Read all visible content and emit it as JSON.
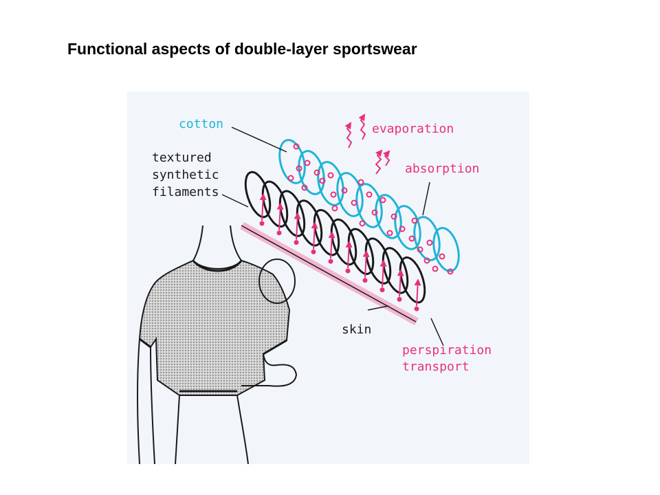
{
  "slide": {
    "title": "Functional aspects of double-layer sportswear"
  },
  "diagram": {
    "labels": {
      "cotton": "cotton",
      "evaporation": "evaporation",
      "absorption": "absorption",
      "textured_1": "textured",
      "textured_2": "synthetic",
      "textured_3": "filaments",
      "skin": "skin",
      "perspiration_1": "perspiration",
      "perspiration_2": "transport"
    },
    "colors": {
      "cotton": "#1fb4d8",
      "moisture": "#e8307e",
      "filament": "#1a1a1a",
      "skin_band": "#f2b6cf",
      "figure_bg": "#f2f6fb"
    }
  }
}
